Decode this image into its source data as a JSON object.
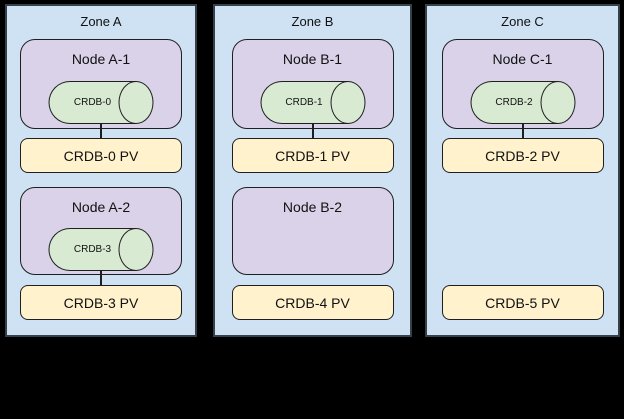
{
  "diagram": {
    "description": "Three-zone CockroachDB topology with nodes, CRDB pods and persistent volumes",
    "colors": {
      "background": "#000000",
      "zone-fill": "#cfe2f3",
      "zone-border": "#36404a",
      "node-fill": "#d9d2e9",
      "pod-fill": "#d9ead3",
      "pv-fill": "#fff2cc",
      "shape-border": "#1f1f1f",
      "text": "#111111"
    },
    "zones": [
      {
        "title": "Zone A",
        "nodes": [
          {
            "label": "Node A-1",
            "pod": "CRDB-0",
            "pv": "CRDB-0 PV",
            "connected": true
          },
          {
            "label": "Node A-2",
            "pod": "CRDB-3",
            "pv": "CRDB-3 PV",
            "connected": true
          }
        ]
      },
      {
        "title": "Zone B",
        "nodes": [
          {
            "label": "Node B-1",
            "pod": "CRDB-1",
            "pv": "CRDB-1 PV",
            "connected": true
          },
          {
            "label": "Node B-2",
            "pod": null,
            "pv": "CRDB-4 PV",
            "connected": false
          }
        ]
      },
      {
        "title": "Zone C",
        "nodes": [
          {
            "label": "Node C-1",
            "pod": "CRDB-2",
            "pv": "CRDB-2 PV",
            "connected": true
          },
          {
            "label": null,
            "pod": null,
            "pv": "CRDB-5 PV",
            "connected": false
          }
        ]
      }
    ]
  }
}
